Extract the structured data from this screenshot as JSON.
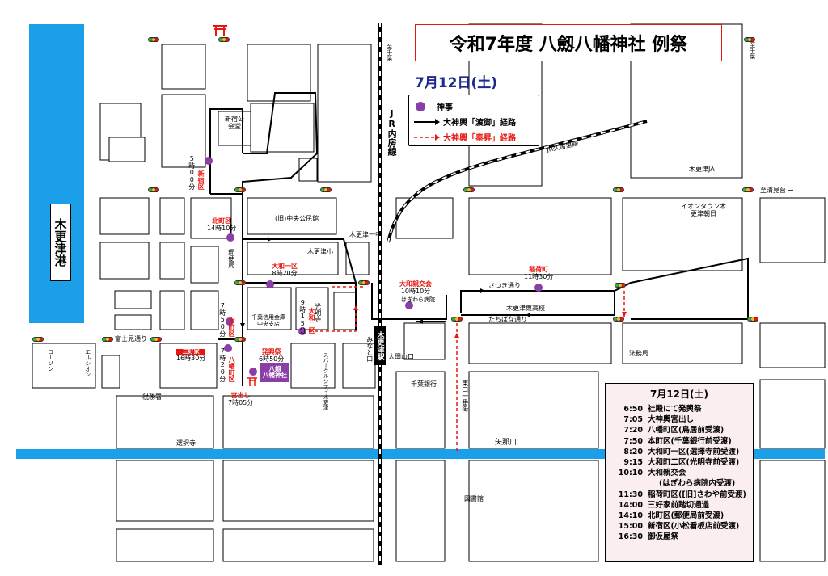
{
  "title": "令和7年度 八劔八幡神社 例祭",
  "date": "7月12日(土)",
  "legend": {
    "shinji": "神事",
    "togyo": "大神輿「渡御」経路",
    "hoshou": "大神輿「奉昇」経路"
  },
  "harbor": "木更津港",
  "jr_line": "JR内房線",
  "kururi_line": "JR久留里線",
  "north_label_left": "至千葉",
  "north_label_right": "至千葉",
  "east_label": "至清見台 →",
  "river": "矢那川",
  "station": "木更津駅",
  "exits": {
    "west": "みなと口",
    "east": "太田山口"
  },
  "places": {
    "shinjuku_hall": "新宿公会堂",
    "old_hall": "(旧)中央公民館",
    "kisarazu_ichi": "木更津一中",
    "kisarazu_sho": "木更津小",
    "post_office": "郵便局",
    "chiba_shinkin": "千葉信用金庫中央支店",
    "komyoji": "光明寺",
    "hagiwara": "はぎわら病院",
    "higashi_koko": "木更津東高校",
    "satsuki": "さつき通り",
    "tachibana": "たちばな通り",
    "fujimi": "富士見通り",
    "lawson": "ローソン",
    "elsion": "エルシオン",
    "tax_office": "税務署",
    "senshoji": "選択寺",
    "sparkle": "スパークルシティ木更津",
    "chiba_bank": "千葉銀行",
    "east_gate_street": "東口一番街",
    "justice": "法務局",
    "library": "図書館",
    "ja": "木更津JA",
    "aeon": "イオンタウン木更津朝日"
  },
  "stops": {
    "shinjuku": {
      "name": "新宿区",
      "time": "15時00分"
    },
    "kitamachi": {
      "name": "北町区",
      "time": "14時10分"
    },
    "yamato1": {
      "name": "大和一区",
      "time": "8時20分"
    },
    "yamato2": {
      "name": "大和二区",
      "time": "9時15分"
    },
    "honcho": {
      "name": "本町区",
      "time": "7時50分"
    },
    "hachiman": {
      "name": "八幡町区",
      "time": "7時20分"
    },
    "yamato_shinko": {
      "name": "大和親交会",
      "time": "10時10分"
    },
    "inari": {
      "name": "稲荷町",
      "time": "11時30分"
    },
    "miyoshi": {
      "name": "三好家",
      "time": "16時30分"
    },
    "hakko": {
      "name": "発興祭",
      "time": "6時50分"
    },
    "miyadashi": {
      "name": "宮出し",
      "time": "7時05分"
    }
  },
  "shrine": {
    "line1": "八劔",
    "line2": "八幡神社"
  },
  "schedule": {
    "title": "7月12日(土)",
    "rows": [
      {
        "time": "6:50",
        "text": "社殿にて発輿祭"
      },
      {
        "time": "7:05",
        "text": "大神輿宮出し"
      },
      {
        "time": "7:20",
        "text": "八幡町区(鳥居前受渡)"
      },
      {
        "time": "7:50",
        "text": "本町区(千葉銀行前受渡)"
      },
      {
        "time": "8:20",
        "text": "大和町一区(選擇寺前受渡)"
      },
      {
        "time": "9:15",
        "text": "大和町二区(光明寺前受渡)"
      },
      {
        "time": "10:10",
        "text": "大和親交会"
      },
      {
        "time": "",
        "text": "(はぎわら病院内受渡)"
      },
      {
        "time": "11:30",
        "text": "稲荷町区([旧]さわや前受渡)"
      },
      {
        "time": "14:00",
        "text": "三好家前踏切通過"
      },
      {
        "time": "14:10",
        "text": "北町区(郵便局前受渡)"
      },
      {
        "time": "15:00",
        "text": "新宿区(小松看板店前受渡)"
      },
      {
        "time": "16:30",
        "text": "御仮屋祭"
      }
    ]
  },
  "colors": {
    "water": "#1a9fe8",
    "route": "#000000",
    "route_red": "#e8160f",
    "shinji": "#8a3fa6",
    "station_label": "#1b2a8c"
  }
}
